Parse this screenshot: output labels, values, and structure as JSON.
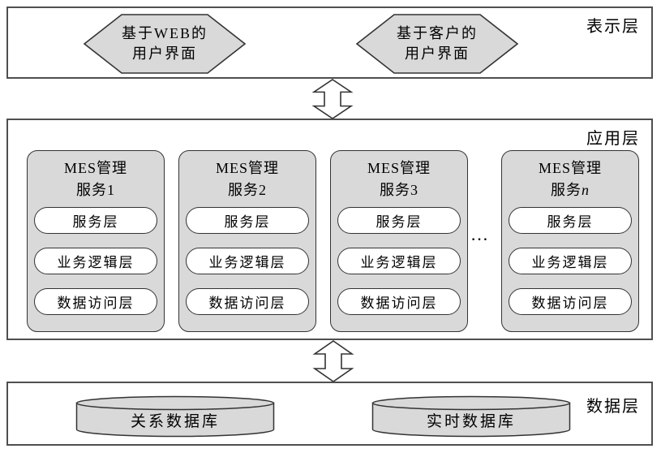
{
  "colors": {
    "background": "#ffffff",
    "shape_fill": "#d9d9d9",
    "shape_border": "#333333",
    "box_border": "#4f4f4f",
    "arrow_fill": "#ffffff",
    "text": "#000000"
  },
  "presentation_layer": {
    "label": "表示层",
    "hexagons": [
      {
        "line1": "基于WEB的",
        "line2": "用户界面"
      },
      {
        "line1": "基于客户的",
        "line2": "用户界面"
      }
    ]
  },
  "application_layer": {
    "label": "应用层",
    "ellipsis": "…",
    "services": [
      {
        "title_line1": "MES管理",
        "service_word": "服务",
        "num": "1",
        "num_class": "num-plain",
        "layers": [
          "服务层",
          "业务逻辑层",
          "数据访问层"
        ]
      },
      {
        "title_line1": "MES管理",
        "service_word": "服务",
        "num": "2",
        "num_class": "num-plain",
        "layers": [
          "服务层",
          "业务逻辑层",
          "数据访问层"
        ]
      },
      {
        "title_line1": "MES管理",
        "service_word": "服务",
        "num": "3",
        "num_class": "num-plain",
        "layers": [
          "服务层",
          "业务逻辑层",
          "数据访问层"
        ]
      },
      {
        "title_line1": "MES管理",
        "service_word": "服务",
        "num": "n",
        "num_class": "num-italic",
        "layers": [
          "服务层",
          "业务逻辑层",
          "数据访问层"
        ]
      }
    ]
  },
  "data_layer": {
    "label": "数据层",
    "databases": [
      "关系数据库",
      "实时数据库"
    ]
  }
}
